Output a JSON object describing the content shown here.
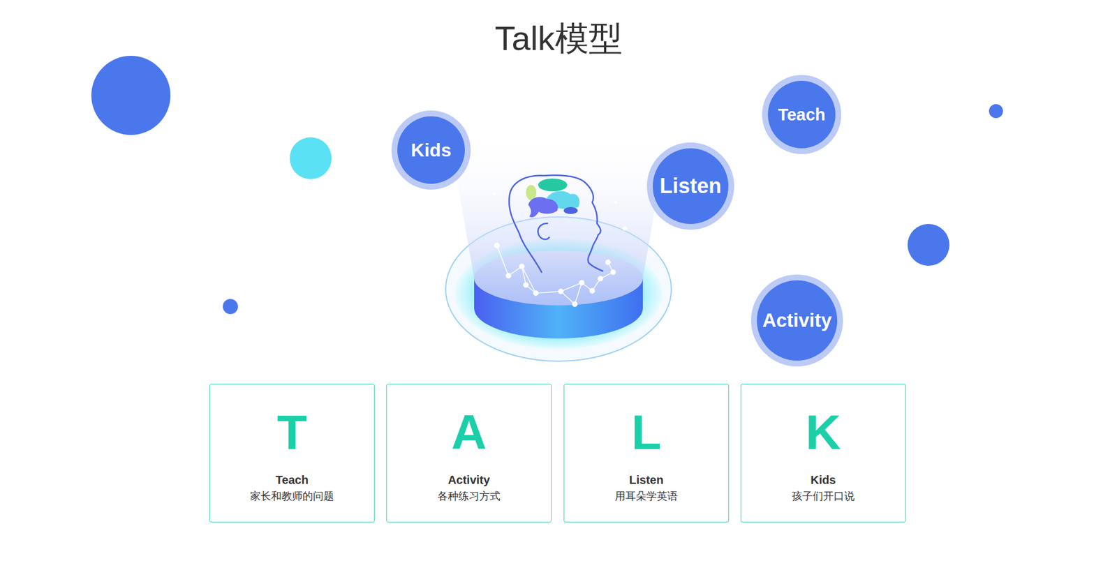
{
  "diagram": {
    "title": "Talk模型",
    "nodes": [
      {
        "text": [
          "Teach"
        ]
      },
      {
        "text": [
          "Kids"
        ]
      },
      {
        "text": [
          "Listen"
        ]
      },
      {
        "text": [
          "Activity"
        ]
      },
      {
        "text": [
          "T",
          "Teach",
          "家长和教师的问题"
        ]
      },
      {
        "text": [
          "A",
          "Activity",
          "各种练习方式"
        ]
      },
      {
        "text": [
          "L",
          "Listen",
          "用耳朵学英语"
        ]
      },
      {
        "text": [
          "K",
          "Kids",
          "孩子们开口说"
        ]
      }
    ]
  }
}
